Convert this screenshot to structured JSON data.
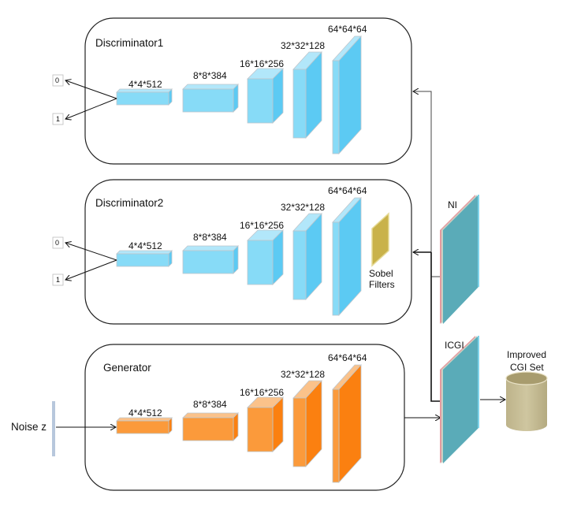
{
  "modules": {
    "discriminator1": {
      "title": "Discriminator1",
      "layers": [
        "4*4*512",
        "8*8*384",
        "16*16*256",
        "32*32*128",
        "64*64*64"
      ],
      "outputs": [
        "0",
        "1"
      ]
    },
    "discriminator2": {
      "title": "Discriminator2",
      "layers": [
        "4*4*512",
        "8*8*384",
        "16*16*256",
        "32*32*128",
        "64*64*64"
      ],
      "outputs": [
        "0",
        "1"
      ],
      "sobel_label_line1": "Sobel",
      "sobel_label_line2": "Filters"
    },
    "generator": {
      "title": "Generator",
      "layers": [
        "4*4*512",
        "8*8*384",
        "16*16*256",
        "32*32*128",
        "64*64*64"
      ],
      "input_label": "Noise z"
    }
  },
  "images": {
    "ni_label": "NI",
    "icgi_label": "ICGI"
  },
  "output_set": {
    "line1": "Improved",
    "line2": "CGI Set"
  },
  "colors": {
    "disc_front": "#87dbf7",
    "disc_side": "#5ccaf3",
    "disc_top": "#b2e7fa",
    "gen_front": "#fb9a3b",
    "gen_side": "#fb8010",
    "gen_top": "#fbc28a",
    "sobel": "#c9b24a",
    "image_plate": "#5aabb8",
    "cylinder": "#c4bb95"
  }
}
